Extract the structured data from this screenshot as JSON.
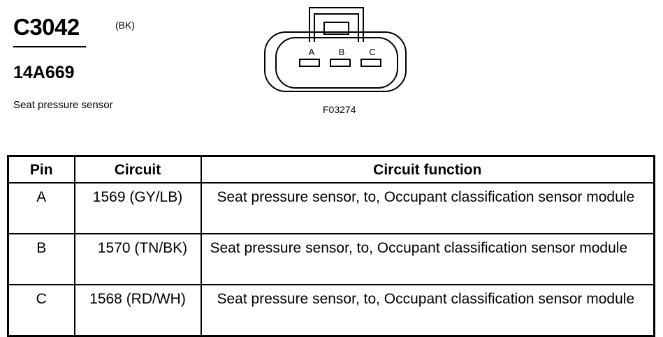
{
  "header": {
    "connector_id": "C3042",
    "connector_color": "(BK)",
    "part_number": "14A669",
    "description": "Seat pressure sensor"
  },
  "diagram": {
    "pins": [
      "A",
      "B",
      "C"
    ],
    "figure_id": "F03274"
  },
  "table": {
    "headers": {
      "pin": "Pin",
      "circuit": "Circuit",
      "function": "Circuit function"
    },
    "rows": [
      {
        "pin": "A",
        "circuit": "1569 (GY/LB)",
        "function": "Seat pressure sensor, to, Occupant classification sensor module"
      },
      {
        "pin": "B",
        "circuit": "1570 (TN/BK)",
        "function": "Seat pressure sensor, to, Occupant classification sensor module"
      },
      {
        "pin": "C",
        "circuit": "1568 (RD/WH)",
        "function": "Seat pressure sensor, to, Occupant classification sensor module"
      }
    ]
  }
}
